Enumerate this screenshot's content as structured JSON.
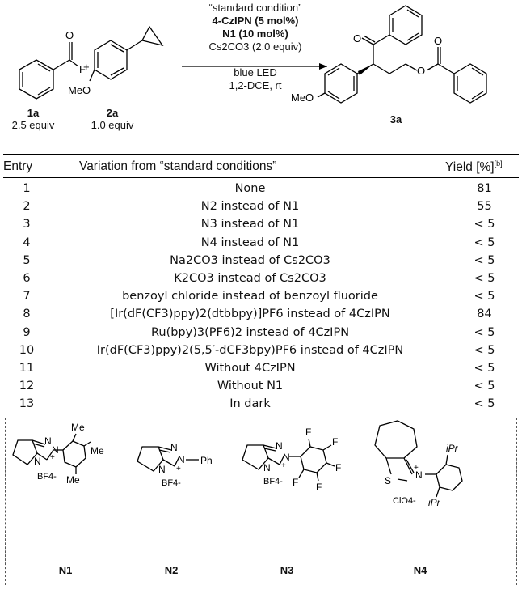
{
  "scheme": {
    "reagent_1a": {
      "label": "1a",
      "amount": "2.5 equiv"
    },
    "reagent_2a": {
      "label": "2a",
      "amount": "1.0 equiv"
    },
    "product": {
      "label": "3a"
    },
    "conditions_above": [
      "“standard condition”",
      "4-CzIPN (5 mol%)",
      "N1 (10 mol%)",
      "Cs2CO3 (2.0 equiv)"
    ],
    "conditions_below": [
      "blue LED",
      "1,2-DCE, rt"
    ],
    "plus": "+"
  },
  "table": {
    "headers": {
      "entry": "Entry",
      "variation": "Variation from “standard conditions”",
      "yield": "Yield [%]",
      "yield_note": "[b]"
    },
    "rows": [
      {
        "entry": "1",
        "variation": "None",
        "yield": "81"
      },
      {
        "entry": "2",
        "variation": "N2 instead of N1",
        "yield": "55"
      },
      {
        "entry": "3",
        "variation": "N3 instead of N1",
        "yield": "< 5"
      },
      {
        "entry": "4",
        "variation": "N4 instead of N1",
        "yield": "< 5"
      },
      {
        "entry": "5",
        "variation": "Na2CO3 instead of Cs2CO3",
        "yield": "< 5"
      },
      {
        "entry": "6",
        "variation": "K2CO3 instead of Cs2CO3",
        "yield": "< 5"
      },
      {
        "entry": "7",
        "variation": "benzoyl chloride instead of benzoyl fluoride",
        "yield": "< 5"
      },
      {
        "entry": "8",
        "variation": "[Ir(dF(CF3)ppy)2(dtbbpy)]PF6 instead of 4CzIPN",
        "yield": "84"
      },
      {
        "entry": "9",
        "variation": "Ru(bpy)3(PF6)2 instead of 4CzIPN",
        "yield": "< 5"
      },
      {
        "entry": "10",
        "variation": "Ir(dF(CF3)ppy)2(5,5′-dCF3bpy)PF6 instead of 4CzIPN",
        "yield": "< 5"
      },
      {
        "entry": "11",
        "variation": "Without 4CzIPN",
        "yield": "< 5"
      },
      {
        "entry": "12",
        "variation": "Without N1",
        "yield": "< 5"
      },
      {
        "entry": "13",
        "variation": "In dark",
        "yield": "< 5"
      }
    ]
  },
  "catalysts": [
    {
      "label": "N1",
      "counterion": "BF4-",
      "substituents": [
        "Me",
        "Me",
        "Me"
      ]
    },
    {
      "label": "N2",
      "counterion": "BF4-",
      "substituents": [
        "Ph"
      ]
    },
    {
      "label": "N3",
      "counterion": "BF4-",
      "substituents": [
        "F",
        "F",
        "F",
        "F",
        "F"
      ]
    },
    {
      "label": "N4",
      "counterion": "ClO4-",
      "substituents": [
        "iPr",
        "iPr"
      ]
    }
  ],
  "atoms": {
    "O": "O",
    "F": "F",
    "N": "N",
    "S": "S",
    "MeO": "MeO",
    "plus_charge": "+"
  }
}
